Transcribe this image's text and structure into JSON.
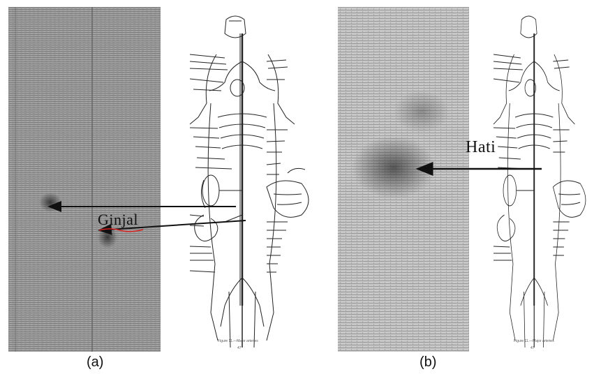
{
  "panels": [
    {
      "caption": "(a)",
      "annotation": "Ginjal",
      "figure_caption": "Figure 11.—Major arteries",
      "page_no": "47"
    },
    {
      "caption": "(b)",
      "annotation": "Hati",
      "figure_caption": "Figure 11.—Major arteries",
      "page_no": "47"
    }
  ],
  "colors": {
    "scan_dark": "#3a3a3a",
    "scan_light": "#b8b8b8",
    "arrow": "#111111",
    "underline": "#d42020"
  }
}
